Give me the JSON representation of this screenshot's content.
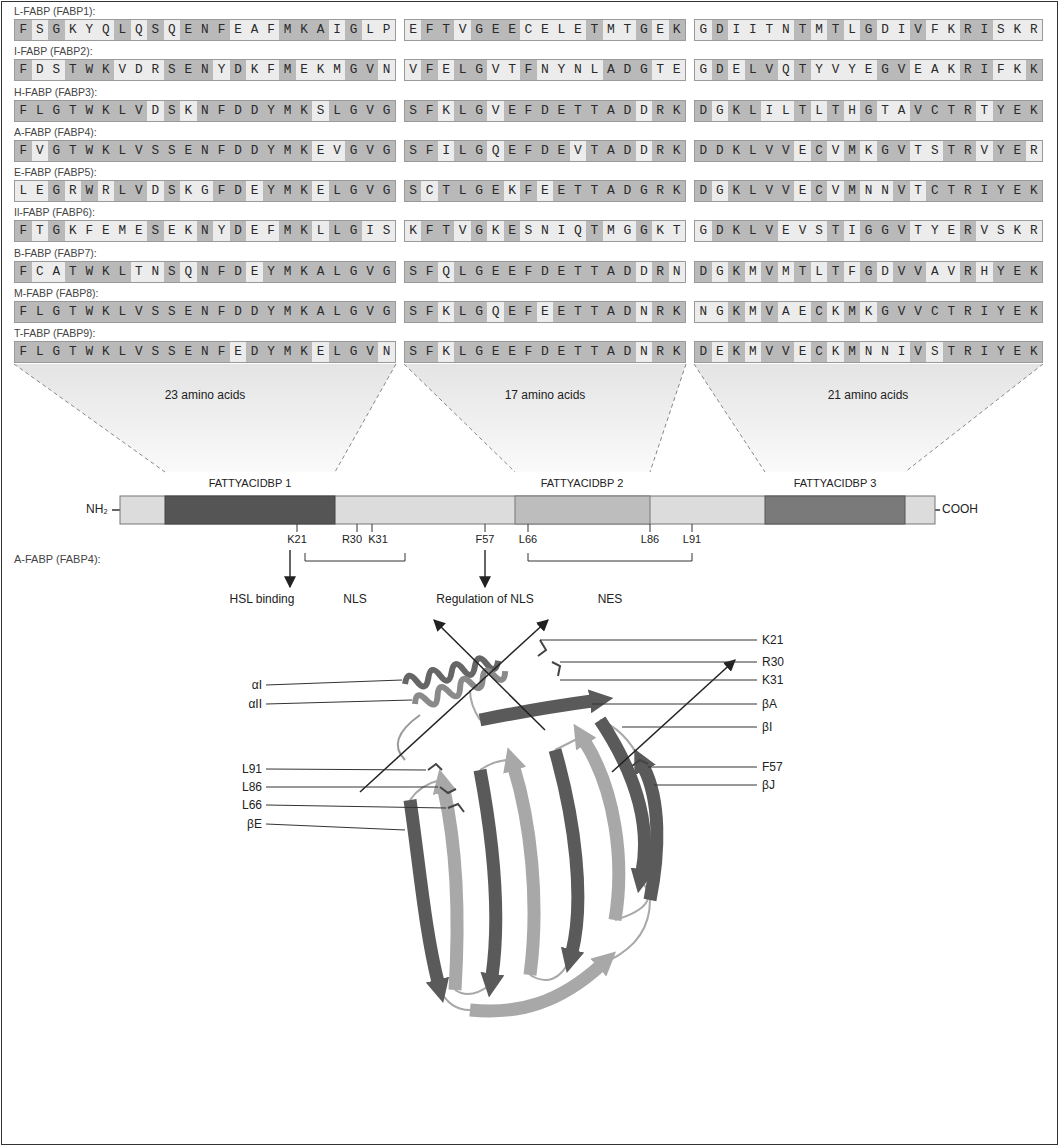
{
  "diagram": {
    "nodes": [
      {
        "text": [
          "FSGKYQLQSQENFEAFMKAIGLP"
        ]
      },
      {
        "text": [
          "EFTVGEECELETMTGEK"
        ]
      },
      {
        "text": [
          "GDIITNTMTLGDIVFKRISKR"
        ]
      },
      {
        "text": [
          "FDSTWKVDRSENYDKFMEKMGVN"
        ]
      },
      {
        "text": [
          "VFELGVTFNYNLADGTE"
        ]
      },
      {
        "text": [
          "GDELVQTYVYEGVEAKRIFKK"
        ]
      },
      {
        "text": [
          "FLGTWKLVDSKNFDDYMKSLGVG"
        ]
      },
      {
        "text": [
          "SFKLGVEFDETTADDRK"
        ]
      },
      {
        "text": [
          "DGKLILTLTHGTAVCTRTYEK"
        ]
      },
      {
        "text": [
          "FVGTWKLVSSENFDDYMKEVGVG"
        ]
      },
      {
        "text": [
          "SFILGQEFDEVTADDRK"
        ]
      },
      {
        "text": [
          "DDKLVVECVMKGVTSTRVYER"
        ]
      },
      {
        "text": [
          "LEGRWRLVDSKGFDEYMKELGVG"
        ]
      },
      {
        "text": [
          "SCTLGEKFEETTADGRK"
        ]
      },
      {
        "text": [
          "DGKLVVECVMNNVTCTRIYEK"
        ]
      },
      {
        "text": [
          "FTGKFEMESEKNYDEFMKLLGIS"
        ]
      },
      {
        "text": [
          "KFTVGKESNIQTMGGKT"
        ]
      },
      {
        "text": [
          "GDKLVEVSTIGGVTYERVSKR"
        ]
      },
      {
        "text": [
          "FCATWKLTNSQNFDEYMKALGVG"
        ]
      },
      {
        "text": [
          "SFQLGEEFDETTADDRN"
        ]
      },
      {
        "text": [
          "DGKMVMTLTFGDVVAVRHYEK"
        ]
      },
      {
        "text": [
          "FLGTWKLVSSENFDDYMKALGVG"
        ]
      },
      {
        "text": [
          "SFKLGQEFEETTADNRK"
        ]
      },
      {
        "text": [
          "NGKMVAECKMKGVVCTRIYEK"
        ]
      },
      {
        "text": [
          "FLGTWKLVSSENFEDYMKELGVN"
        ]
      },
      {
        "text": [
          "SFKLGEEFDETTADNRK"
        ]
      },
      {
        "text": [
          "DEKMVVECKMNNIVSTRIYEK"
        ]
      }
    ],
    "labels": [
      "L-FABP (FABP1):",
      "I-FABP (FABP2):",
      "H-FABP (FABP3):",
      "A-FABP (FABP4):",
      "E-FABP (FABP5):",
      "Il-FABP (FABP6):",
      "B-FABP (FABP7):",
      "M-FABP (FABP8):",
      "T-FABP (FABP9):",
      "23 amino acids",
      "17 amino acids",
      "21 amino acids",
      "FATTYACIDBP 1",
      "FATTYACIDBP 2",
      "FATTYACIDBP 3",
      "NH₂",
      "COOH",
      "K21",
      "R30",
      "K31",
      "F57",
      "L66",
      "L86",
      "L91",
      "A-FABP (FABP4):",
      "HSL binding",
      "NLS",
      "Regulation of NLS",
      "NES",
      "αI",
      "αII",
      "L91",
      "L86",
      "L66",
      "βE",
      "K21",
      "R30",
      "K31",
      "βA",
      "βI",
      "F57",
      "βJ"
    ]
  }
}
